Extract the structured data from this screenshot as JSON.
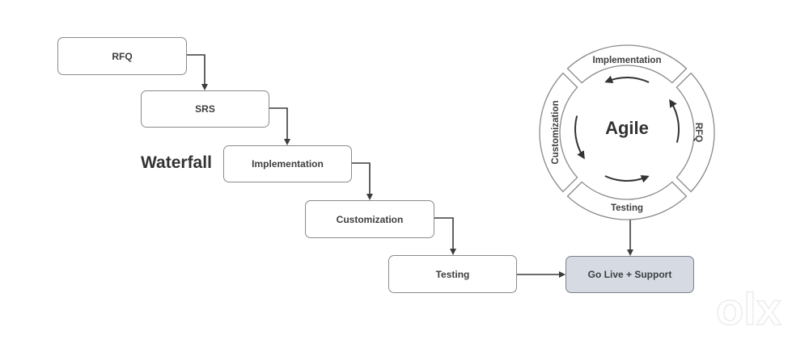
{
  "waterfall": {
    "title": "Waterfall",
    "steps": [
      {
        "label": "RFQ"
      },
      {
        "label": "SRS"
      },
      {
        "label": "Implementation"
      },
      {
        "label": "Customization"
      },
      {
        "label": "Testing"
      }
    ]
  },
  "agile": {
    "title": "Agile",
    "segments": {
      "top": "Implementation",
      "right": "RFQ",
      "bottom": "Testing",
      "left": "Customization"
    },
    "cycle_direction": "counterclockwise"
  },
  "final_step": {
    "label": "Go Live + Support",
    "fill_color": "#d6dbe3"
  },
  "watermark": {
    "logo": "olx"
  }
}
